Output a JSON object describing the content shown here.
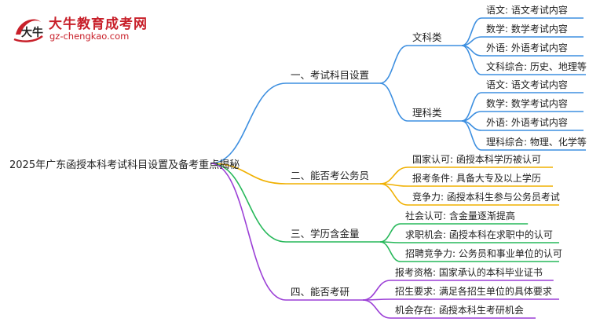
{
  "brand": {
    "logo_char": "大牛",
    "name": "大牛教育成考网",
    "url": "gz-chengkao.com"
  },
  "root": "2025年广东函授本科考试科目设置及备考重点揭秘",
  "branches": [
    {
      "label": "一、考试科目设置",
      "color": "#3d8fe0",
      "groups": [
        {
          "label": "文科类",
          "items": [
            "语文: 语文考试内容",
            "数学: 数学考试内容",
            "外语: 外语考试内容",
            "文科综合: 历史、地理等"
          ]
        },
        {
          "label": "理科类",
          "items": [
            "语文: 语文考试内容",
            "数学: 数学考试内容",
            "外语: 外语考试内容",
            "理科综合: 物理、化学等"
          ]
        }
      ]
    },
    {
      "label": "二、能否考公务员",
      "color": "#f0b000",
      "items": [
        "国家认可: 函授本科学历被认可",
        "报考条件: 具备大专及以上学历",
        "竞争力: 函授本科生参与公务员考试"
      ]
    },
    {
      "label": "三、学历含金量",
      "color": "#27b85a",
      "items": [
        "社会认可: 含金量逐渐提高",
        "求职机会: 函授本科在求职中的认可",
        "招聘竞争力: 公务员和事业单位的认可"
      ]
    },
    {
      "label": "四、能否考研",
      "color": "#9b3fd6",
      "items": [
        "报考资格: 国家承认的本科毕业证书",
        "招生要求: 满足各招生单位的具体要求",
        "机会存在: 函授本科生考研机会"
      ]
    }
  ]
}
